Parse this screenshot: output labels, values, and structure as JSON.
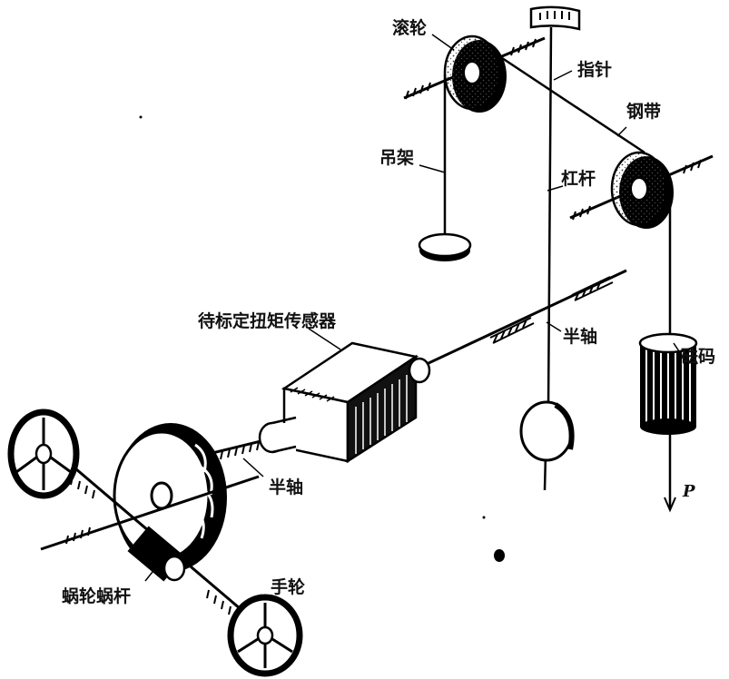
{
  "labels": {
    "roller": "滚轮",
    "pointer": "指针",
    "steel_band": "钢带",
    "hanger": "吊架",
    "lever": "杠杆",
    "sensor": "待标定扭矩传感器",
    "half_shaft_right": "半轴",
    "weights": "砝码",
    "half_shaft_left": "半轴",
    "force": "P",
    "worm_gear": "蜗轮蜗杆",
    "handwheel": "手轮"
  }
}
